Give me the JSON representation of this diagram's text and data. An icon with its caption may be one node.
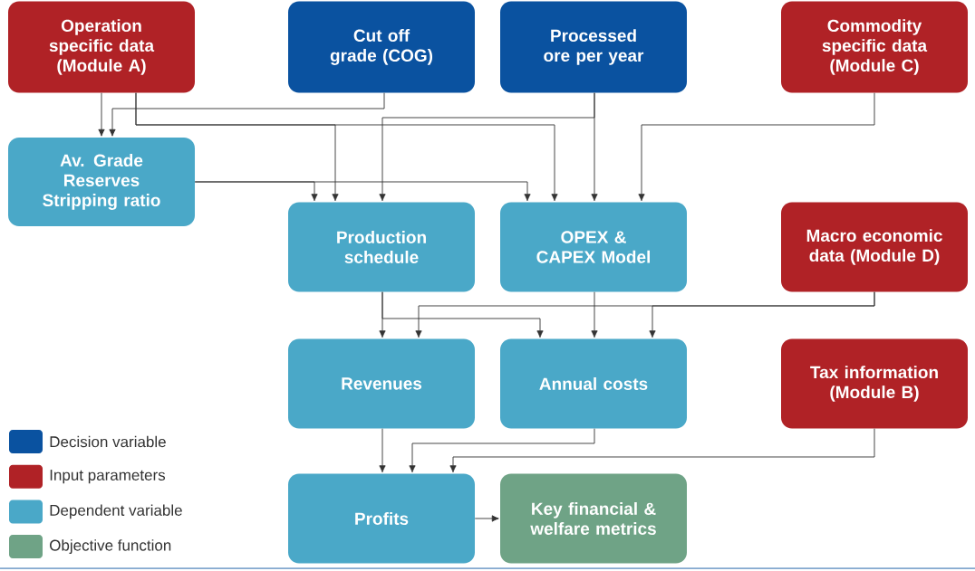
{
  "diagram": {
    "nodes": [
      {
        "text": [
          "Operation specific data (Module A)"
        ]
      },
      {
        "text": [
          "Cut off grade (COG)"
        ]
      },
      {
        "text": [
          "Processed ore per year"
        ]
      },
      {
        "text": [
          "Commodity specific data (Module C)"
        ]
      },
      {
        "text": [
          "Av. Grade Reserves Stripping ratio"
        ]
      },
      {
        "text": [
          "Production schedule"
        ]
      },
      {
        "text": [
          "OPEX & CAPEX Model"
        ]
      },
      {
        "text": [
          "Macro economic data (Module D)"
        ]
      },
      {
        "text": [
          "Revenues"
        ]
      },
      {
        "text": [
          "Annual costs"
        ]
      },
      {
        "text": [
          "Tax information (Module B)"
        ]
      },
      {
        "text": [
          "Profits"
        ]
      },
      {
        "text": [
          "Key financial & welfare metrics"
        ]
      }
    ],
    "edges": [
      {
        "from": 0,
        "to": 4,
        "arrow": "to"
      },
      {
        "from": 1,
        "to": 4,
        "arrow": "to"
      },
      {
        "from": 0,
        "to": 5,
        "arrow": "to"
      },
      {
        "from": 0,
        "to": 6,
        "arrow": "to"
      },
      {
        "from": 2,
        "to": 5,
        "arrow": "to"
      },
      {
        "from": 2,
        "to": 6,
        "arrow": "to"
      },
      {
        "from": 3,
        "to": 6,
        "arrow": "to"
      },
      {
        "from": 4,
        "to": 5,
        "arrow": "to"
      },
      {
        "from": 4,
        "to": 6,
        "arrow": "to"
      },
      {
        "from": 5,
        "to": 8,
        "arrow": "to"
      },
      {
        "from": 5,
        "to": 9,
        "arrow": "to"
      },
      {
        "from": 6,
        "to": 9,
        "arrow": "to"
      },
      {
        "from": 7,
        "to": 8,
        "arrow": "to"
      },
      {
        "from": 7,
        "to": 9,
        "arrow": "to"
      },
      {
        "from": 8,
        "to": 11,
        "arrow": "to"
      },
      {
        "from": 9,
        "to": 11,
        "arrow": "to"
      },
      {
        "from": 10,
        "to": 11,
        "arrow": "to"
      },
      {
        "from": 11,
        "to": 12,
        "arrow": "to"
      }
    ],
    "legend": [
      {
        "text": "Decision variable",
        "color": "#0a52a0"
      },
      {
        "text": "Input parameters",
        "color": "#b02226"
      },
      {
        "text": "Dependent variable",
        "color": "#4aa8c8"
      },
      {
        "text": "Objective function",
        "color": "#6fa386"
      }
    ]
  }
}
